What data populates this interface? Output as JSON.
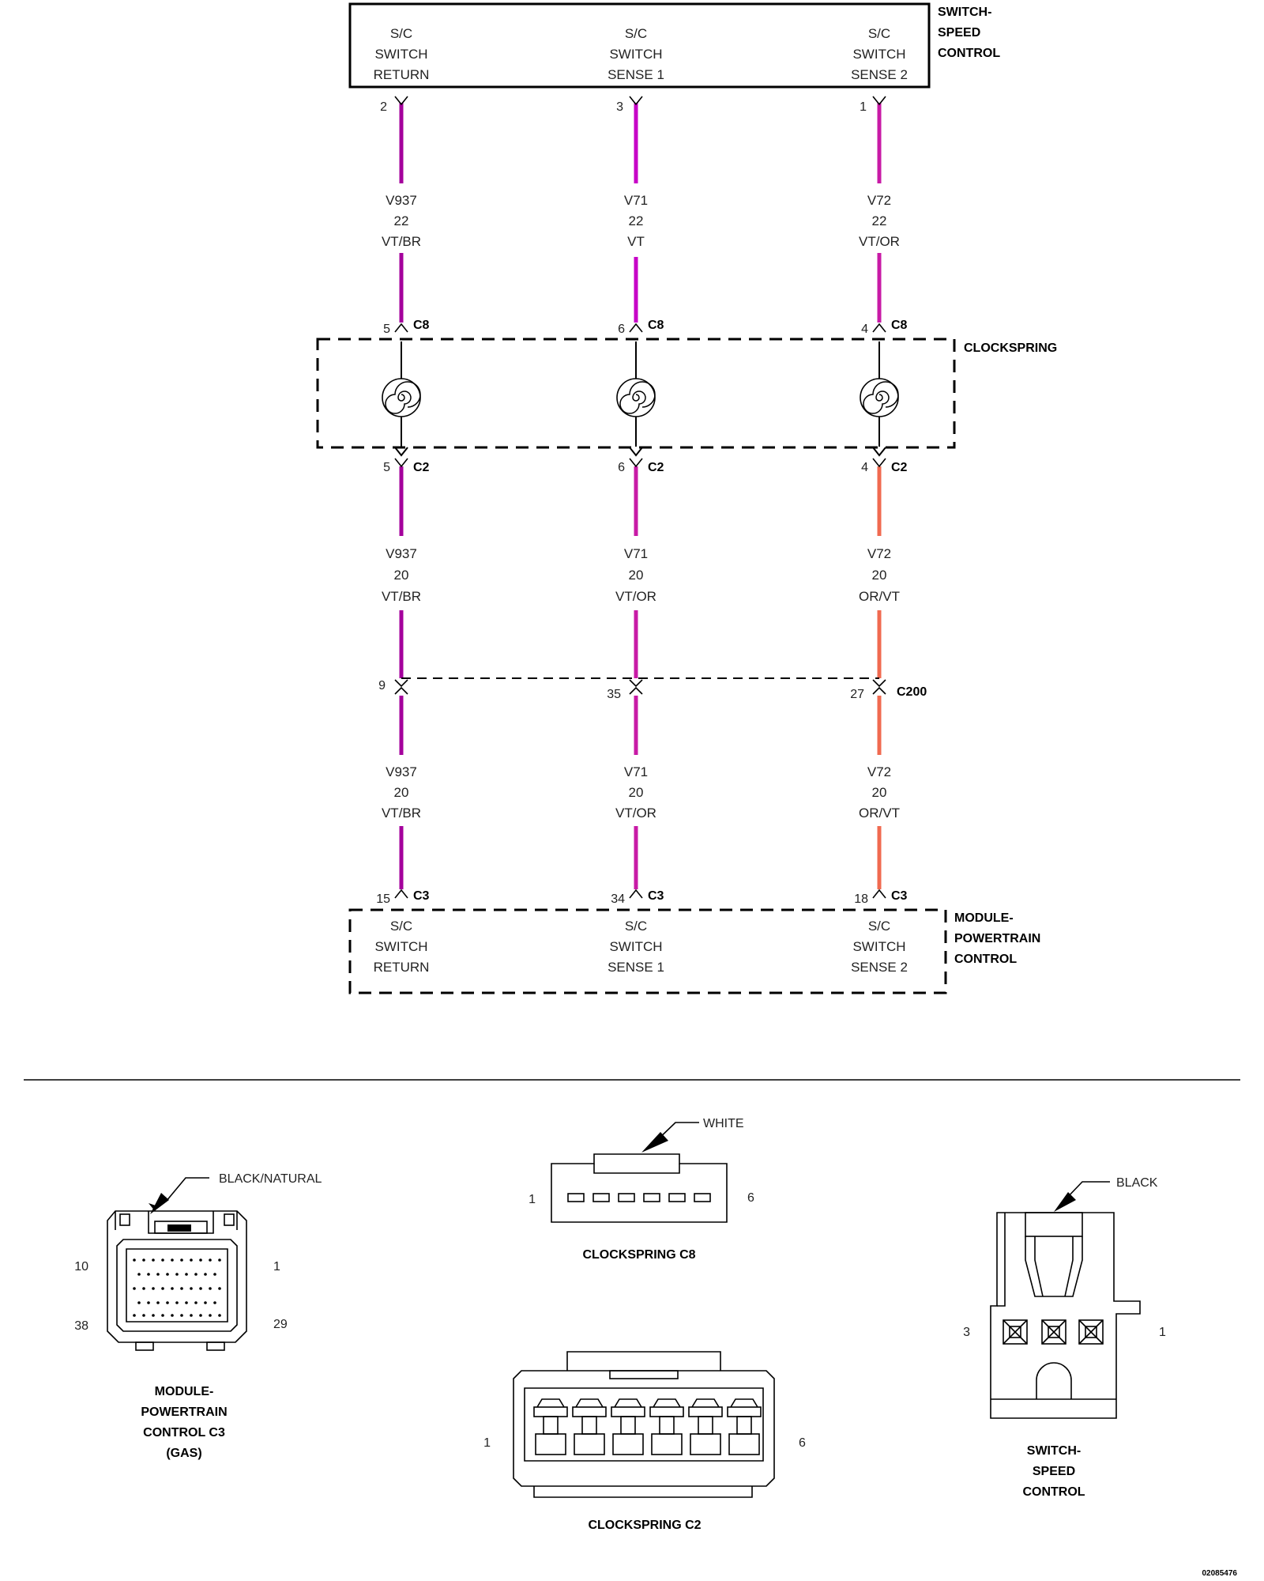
{
  "top_component": {
    "name_lines": [
      "SWITCH-",
      "SPEED",
      "CONTROL"
    ],
    "pins": [
      {
        "lines": [
          "S/C",
          "SWITCH",
          "RETURN"
        ]
      },
      {
        "lines": [
          "S/C",
          "SWITCH",
          "SENSE 1"
        ]
      },
      {
        "lines": [
          "S/C",
          "SWITCH",
          "SENSE 2"
        ]
      }
    ]
  },
  "clockspring": {
    "name": "CLOCKSPRING"
  },
  "bottom_component": {
    "name_lines": [
      "MODULE-",
      "POWERTRAIN",
      "CONTROL"
    ],
    "pins": [
      {
        "lines": [
          "S/C",
          "SWITCH",
          "RETURN"
        ]
      },
      {
        "lines": [
          "S/C",
          "SWITCH",
          "SENSE 1"
        ]
      },
      {
        "lines": [
          "S/C",
          "SWITCH",
          "SENSE 2"
        ]
      }
    ]
  },
  "circuits": [
    {
      "pin_top": "2",
      "seg1": {
        "circuit": "V937",
        "gauge": "22",
        "color": "VT/BR"
      },
      "c8_pin": "5",
      "c8_label": "C8",
      "c2_pin": "5",
      "c2_label": "C2",
      "seg2": {
        "circuit": "V937",
        "gauge": "20",
        "color": "VT/BR"
      },
      "c200_pin": "9",
      "seg3": {
        "circuit": "V937",
        "gauge": "20",
        "color": "VT/BR"
      },
      "c3_pin": "15",
      "c3_label": "C3",
      "wire_colors": [
        "#a4009c",
        "#a4009c",
        "#a4009c"
      ]
    },
    {
      "pin_top": "3",
      "seg1": {
        "circuit": "V71",
        "gauge": "22",
        "color": "VT"
      },
      "c8_pin": "6",
      "c8_label": "C8",
      "c2_pin": "6",
      "c2_label": "C2",
      "seg2": {
        "circuit": "V71",
        "gauge": "20",
        "color": "VT/OR"
      },
      "c200_pin": "35",
      "seg3": {
        "circuit": "V71",
        "gauge": "20",
        "color": "VT/OR"
      },
      "c3_pin": "34",
      "c3_label": "C3",
      "wire_colors": [
        "#c700c7",
        "#c81aa6",
        "#c81aa6"
      ]
    },
    {
      "pin_top": "1",
      "seg1": {
        "circuit": "V72",
        "gauge": "22",
        "color": "VT/OR"
      },
      "c8_pin": "4",
      "c8_label": "C8",
      "c2_pin": "4",
      "c2_label": "C2",
      "seg2": {
        "circuit": "V72",
        "gauge": "20",
        "color": "OR/VT"
      },
      "c200_pin": "27",
      "seg3": {
        "circuit": "V72",
        "gauge": "20",
        "color": "OR/VT"
      },
      "c3_pin": "18",
      "c3_label": "C3",
      "wire_colors": [
        "#c81aa6",
        "#f06a50",
        "#f06a50"
      ]
    }
  ],
  "c200_label": "C200",
  "connector_views": {
    "pcm_c3": {
      "callout": "BLACK/NATURAL",
      "pin_labels": {
        "top_left": "10",
        "top_right": "1",
        "bottom_left": "38",
        "bottom_right": "29"
      },
      "caption_lines": [
        "MODULE-",
        "POWERTRAIN",
        "CONTROL C3",
        "(GAS)"
      ]
    },
    "clockspring_c8": {
      "callout": "WHITE",
      "pin_labels": {
        "left": "1",
        "right": "6"
      },
      "caption": "CLOCKSPRING C8"
    },
    "clockspring_c2": {
      "pin_labels": {
        "left": "1",
        "right": "6"
      },
      "caption": "CLOCKSPRING C2"
    },
    "switch_speed_control": {
      "callout": "BLACK",
      "pin_labels": {
        "left": "3",
        "right": "1"
      },
      "caption_lines": [
        "SWITCH-",
        "SPEED",
        "CONTROL"
      ]
    }
  },
  "figure_id": "02085476"
}
